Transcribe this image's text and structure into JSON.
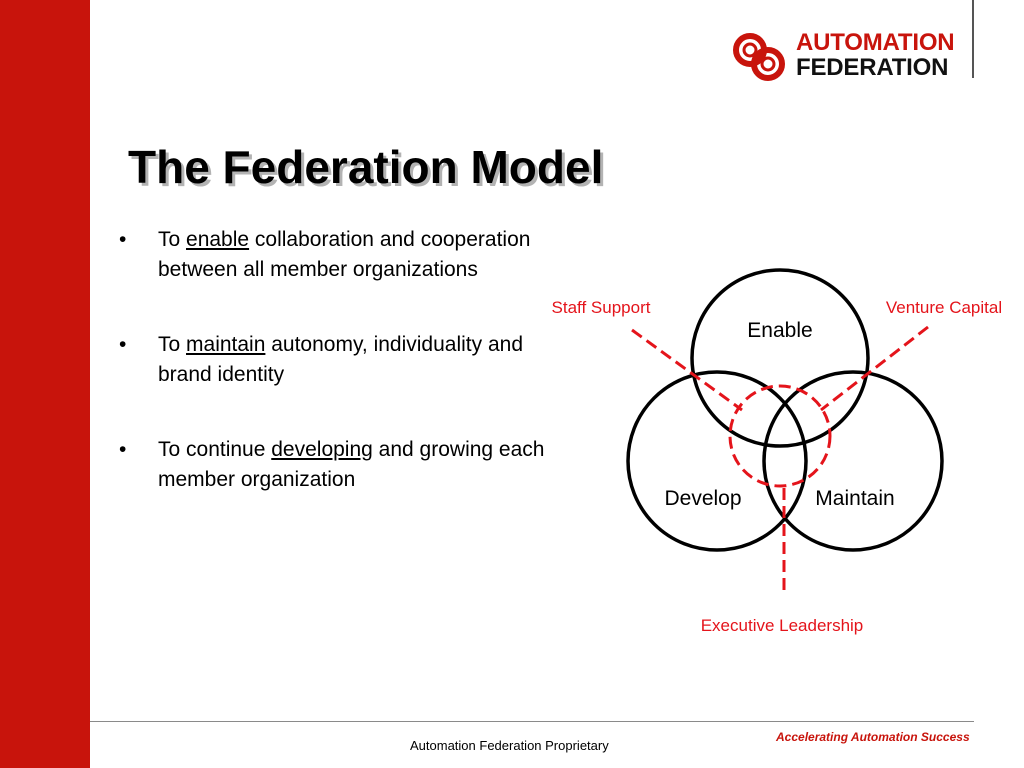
{
  "logo": {
    "line1": "AUTOMATION",
    "line2": "FEDERATION"
  },
  "title": "The Federation Model",
  "bullets": [
    {
      "pre": "To ",
      "kw": "enable",
      "post": " collaboration and cooperation between all member organizations"
    },
    {
      "pre": "To ",
      "kw": "maintain",
      "post": " autonomy, individuality and brand identity"
    },
    {
      "pre": "To continue ",
      "kw": "developing",
      "post": " and growing each member organization"
    }
  ],
  "venn": {
    "circles": {
      "enable": "Enable",
      "develop": "Develop",
      "maintain": "Maintain"
    },
    "labels": {
      "staff": "Staff Support",
      "venture": "Venture Capital",
      "executive": "Executive Leadership"
    }
  },
  "footer": {
    "center": "Automation Federation Proprietary",
    "tagline": "Accelerating Automation Success"
  },
  "colors": {
    "brand_red": "#c8140c",
    "dash_red": "#e4141b"
  }
}
